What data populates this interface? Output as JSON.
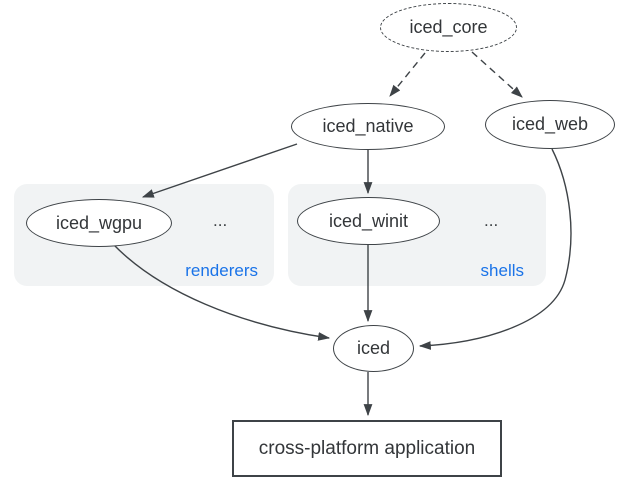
{
  "diagram": {
    "type": "dependency-graph",
    "nodes": {
      "iced_core": {
        "label": "iced_core",
        "shape": "ellipse",
        "border": "dashed"
      },
      "iced_native": {
        "label": "iced_native",
        "shape": "ellipse",
        "border": "solid"
      },
      "iced_web": {
        "label": "iced_web",
        "shape": "ellipse",
        "border": "solid"
      },
      "iced_wgpu": {
        "label": "iced_wgpu",
        "shape": "ellipse",
        "border": "solid",
        "group": "renderers"
      },
      "iced_winit": {
        "label": "iced_winit",
        "shape": "ellipse",
        "border": "solid",
        "group": "shells"
      },
      "iced": {
        "label": "iced",
        "shape": "ellipse",
        "border": "solid"
      },
      "application": {
        "label": "cross-platform application",
        "shape": "rect",
        "border": "solid"
      }
    },
    "groups": {
      "renderers": {
        "label": "renderers",
        "ellipsis": "...",
        "label_color": "#1a73e8"
      },
      "shells": {
        "label": "shells",
        "ellipsis": "...",
        "label_color": "#1a73e8"
      }
    },
    "edges": [
      {
        "from": "iced_core",
        "to": "iced_native",
        "style": "dashed"
      },
      {
        "from": "iced_core",
        "to": "iced_web",
        "style": "dashed"
      },
      {
        "from": "iced_native",
        "to": "iced_wgpu",
        "style": "solid"
      },
      {
        "from": "iced_native",
        "to": "iced_winit",
        "style": "solid"
      },
      {
        "from": "iced_wgpu",
        "to": "iced",
        "style": "solid"
      },
      {
        "from": "iced_winit",
        "to": "iced",
        "style": "solid"
      },
      {
        "from": "iced_web",
        "to": "iced",
        "style": "solid"
      },
      {
        "from": "iced",
        "to": "application",
        "style": "solid"
      }
    ],
    "colors": {
      "stroke": "#3e4347",
      "text": "#333639",
      "accent_blue": "#1a73e8",
      "group_background": "#f1f3f4",
      "background": "#ffffff"
    }
  }
}
